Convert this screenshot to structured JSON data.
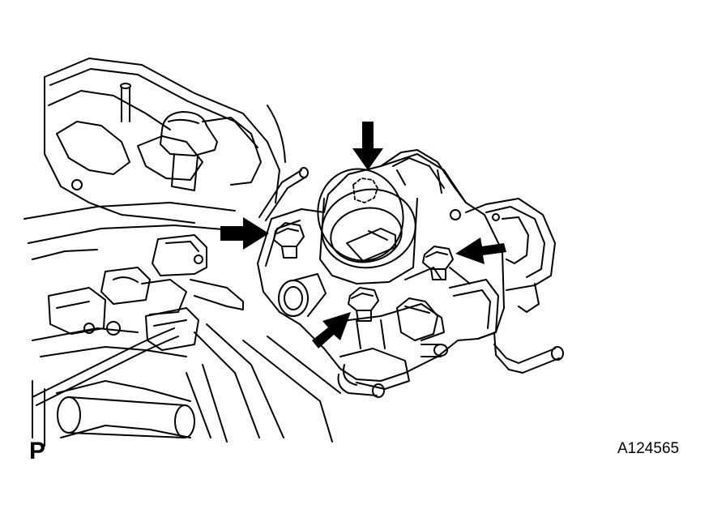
{
  "corner_label": "P",
  "figure_id": "A124565",
  "colors": {
    "line": "#000000",
    "background": "#ffffff",
    "arrow": "#000000"
  },
  "callouts": [
    {
      "name": "arrow-top",
      "icon": "arrow-down-icon"
    },
    {
      "name": "arrow-left",
      "icon": "arrow-right-icon"
    },
    {
      "name": "arrow-right",
      "icon": "arrow-left-icon"
    },
    {
      "name": "arrow-bottom",
      "icon": "arrow-up-right-icon"
    }
  ]
}
